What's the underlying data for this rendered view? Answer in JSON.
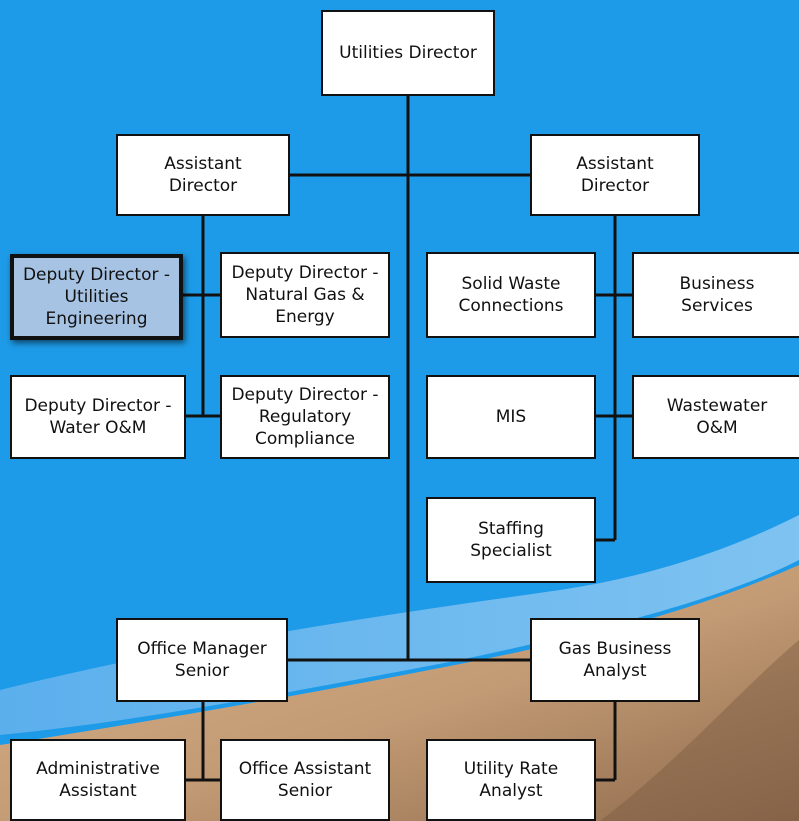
{
  "org_chart": {
    "utilities_director": "Utilities Director",
    "assistant_director_left": "Assistant\nDirector",
    "assistant_director_right": "Assistant\nDirector",
    "deputy_utilities_engineering": "Deputy Director -\nUtilities\nEngineering",
    "deputy_natural_gas": "Deputy Director -\nNatural Gas &\nEnergy",
    "deputy_water_om": "Deputy Director -\nWater O&M",
    "deputy_regulatory": "Deputy Director -\nRegulatory\nCompliance",
    "solid_waste": "Solid Waste\nConnections",
    "business_services": "Business\nServices",
    "mis": "MIS",
    "wastewater_om": "Wastewater\nO&M",
    "staffing_specialist": "Staffing\nSpecialist",
    "office_manager_senior": "Office Manager\nSenior",
    "gas_business_analyst": "Gas Business\nAnalyst",
    "administrative_assistant": "Administrative\nAssistant",
    "office_assistant_senior": "Office Assistant\nSenior",
    "utility_rate_analyst": "Utility Rate\nAnalyst"
  },
  "colors": {
    "background": "#1e9be8",
    "highlight": "#a7c3e4",
    "line": "#111111",
    "wave_light": "#8ec5f0",
    "sand": "#c9a07a",
    "sand_dark": "#9c7656"
  }
}
